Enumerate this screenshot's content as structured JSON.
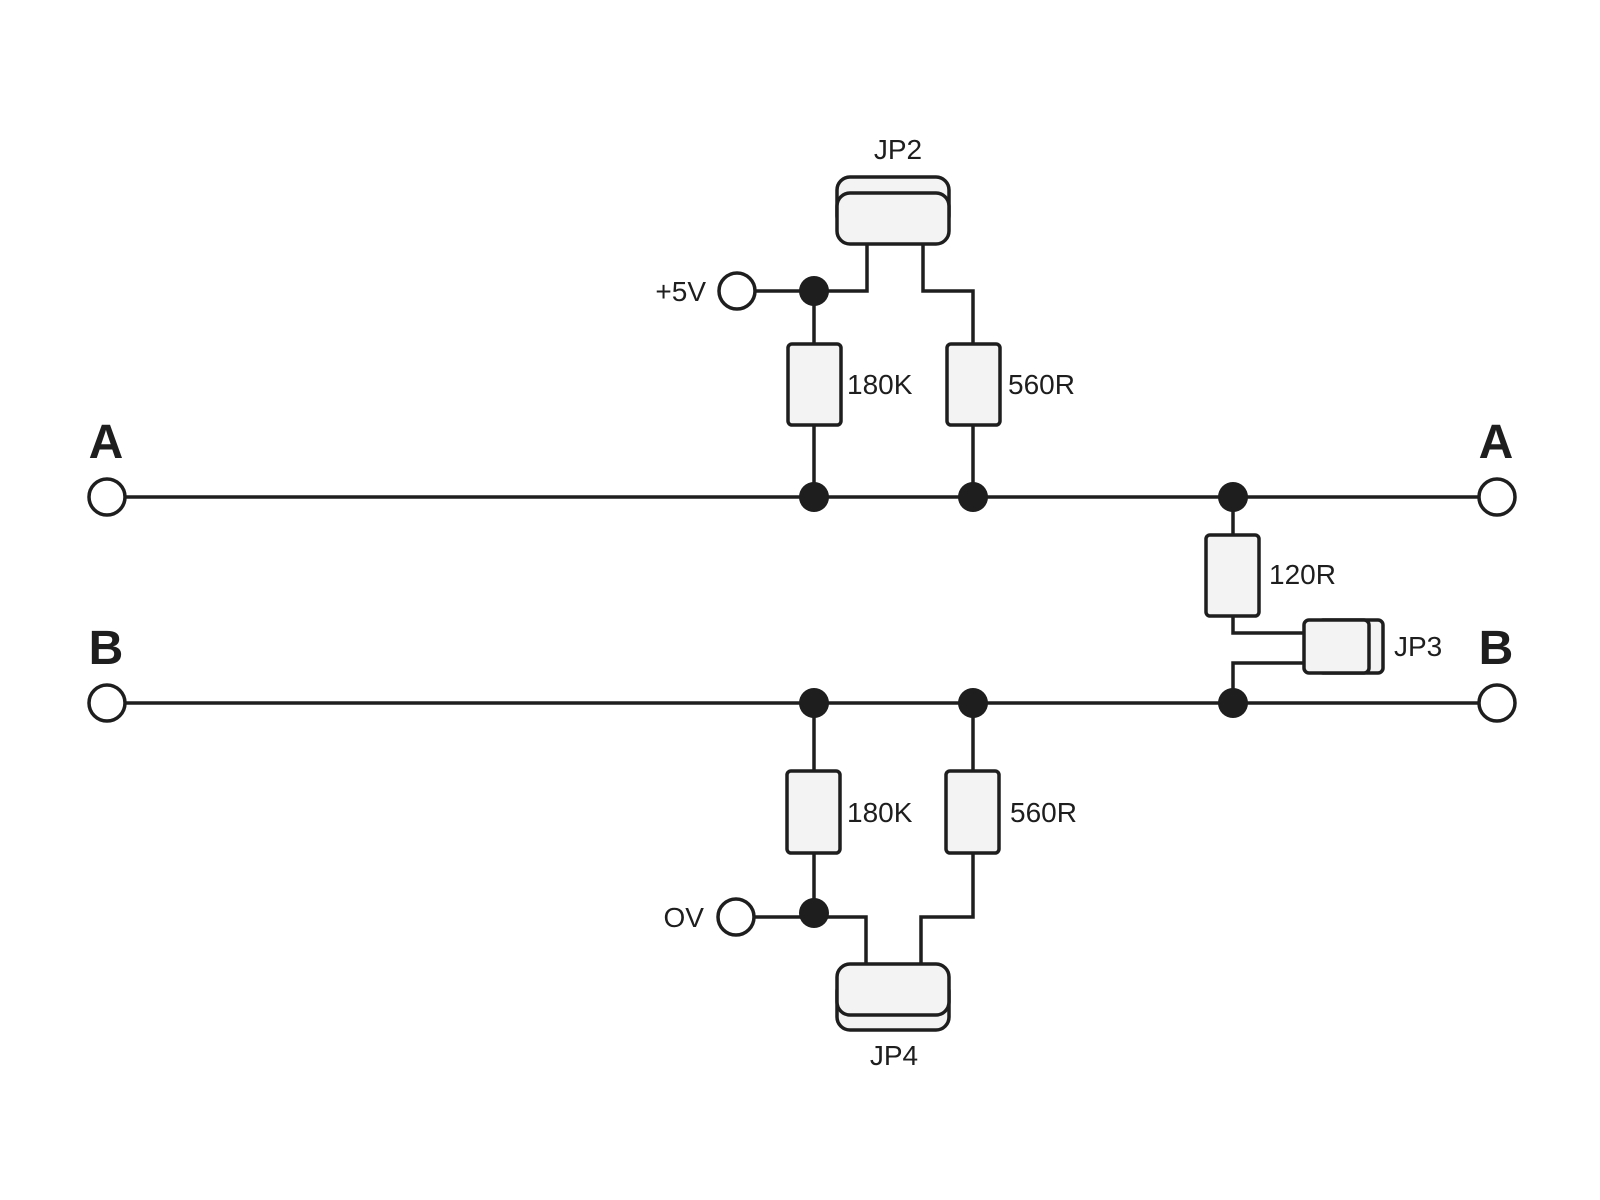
{
  "buses": {
    "a": {
      "left_label": "A",
      "right_label": "A"
    },
    "b": {
      "left_label": "B",
      "right_label": "B"
    }
  },
  "supplies": {
    "plus5v": "+5V",
    "zero_v": "OV"
  },
  "jumpers": {
    "jp2": "JP2",
    "jp3": "JP3",
    "jp4": "JP4"
  },
  "resistors": {
    "top_pullup": "180K",
    "top_series": "560R",
    "termination": "120R",
    "bottom_pulldown": "180K",
    "bottom_series": "560R"
  },
  "colors": {
    "stroke": "#1e1e1e",
    "component_fill": "#f3f3f3",
    "background": "#ffffff"
  }
}
